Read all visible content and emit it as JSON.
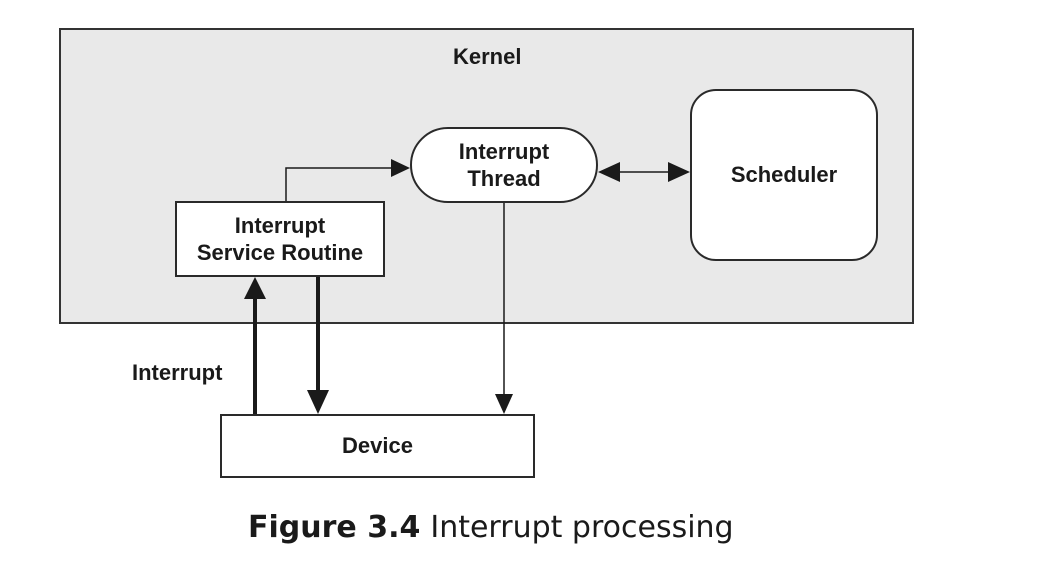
{
  "diagram": {
    "kernel_label": "Kernel",
    "interrupt_thread_line1": "Interrupt",
    "interrupt_thread_line2": "Thread",
    "scheduler_label": "Scheduler",
    "isr_line1": "Interrupt",
    "isr_line2": "Service Routine",
    "device_label": "Device",
    "interrupt_label": "Interrupt"
  },
  "caption": {
    "figure_number": "Figure 3.4",
    "text": "Interrupt processing"
  }
}
